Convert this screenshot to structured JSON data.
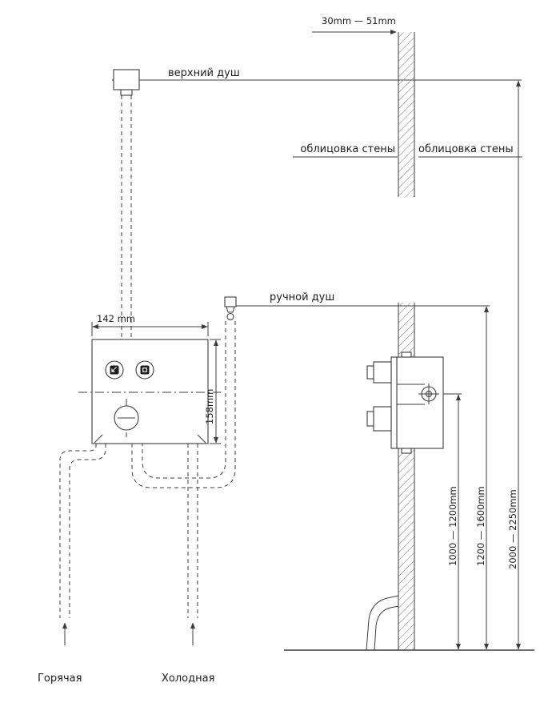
{
  "diagram": {
    "type": "shower-installation-schematic",
    "colors": {
      "line": "#3c3c3c",
      "text": "#1c1c1c",
      "background": "#ffffff"
    },
    "labels": {
      "wall_thickness_range": "30mm — 51mm",
      "overhead_shower": "верхний душ",
      "wall_cladding_left": "облицовка стены",
      "wall_cladding_right": "облицовка стены",
      "hand_shower": "ручной душ",
      "mixer_width": "142 mm",
      "mixer_height": "158mm",
      "outlet_height_range": "1000 — 1200mm",
      "hand_shower_height_range": "1200 — 1600mm",
      "overhead_height_range": "2000 — 2250mm",
      "hot_water": "Горячая",
      "cold_water": "Холодная"
    }
  }
}
